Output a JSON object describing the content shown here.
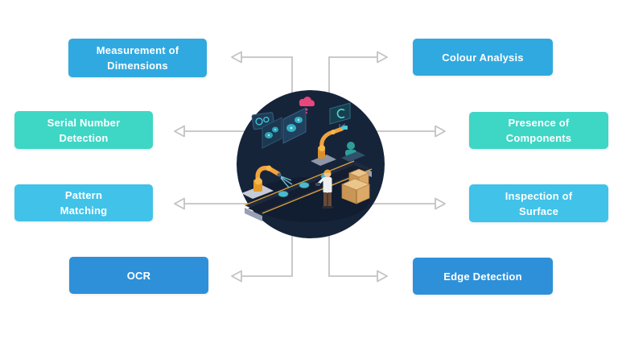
{
  "diagram": {
    "arrow_color": "#C3C3C3",
    "left_items": [
      {
        "id": "measurement-of-dimensions",
        "label": "Measurement of\nDimensions",
        "color": "#30A9E0"
      },
      {
        "id": "serial-number-detection",
        "label": "Serial Number\nDetection",
        "color": "#3ED6C5"
      },
      {
        "id": "pattern-matching",
        "label": "Pattern\nMatching",
        "color": "#41C2E9"
      },
      {
        "id": "ocr",
        "label": "OCR",
        "color": "#2E90D8"
      }
    ],
    "right_items": [
      {
        "id": "colour-analysis",
        "label": "Colour Analysis",
        "color": "#30A9E0"
      },
      {
        "id": "presence-of-components",
        "label": "Presence of\nComponents",
        "color": "#3ED6C5"
      },
      {
        "id": "inspection-of-surface",
        "label": "Inspection of\nSurface",
        "color": "#41C2E9"
      },
      {
        "id": "edge-detection",
        "label": "Edge Detection",
        "color": "#2E90D8"
      }
    ],
    "center": {
      "illustration": "robotic-assembly-line-inspection",
      "background_color": "#16243A"
    }
  }
}
